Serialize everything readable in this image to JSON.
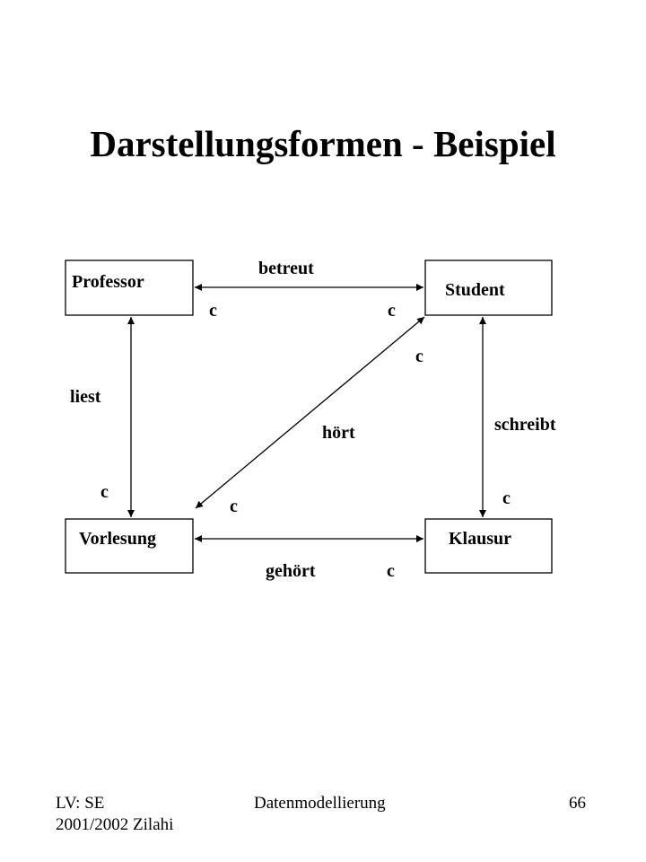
{
  "slide": {
    "title": "Darstellungsformen - Beispiel"
  },
  "entities": {
    "professor": "Professor",
    "student": "Student",
    "vorlesung": "Vorlesung",
    "klausur": "Klausur"
  },
  "relationships": {
    "betreut": "betreut",
    "liest": "liest",
    "hoert": "hört",
    "schreibt": "schreibt",
    "gehoert": "gehört"
  },
  "cardinality": {
    "symbol": "c"
  },
  "footer": {
    "course": "LV: SE",
    "term": "2001/2002 Zilahi",
    "topic": "Datenmodellierung",
    "page": "66"
  }
}
